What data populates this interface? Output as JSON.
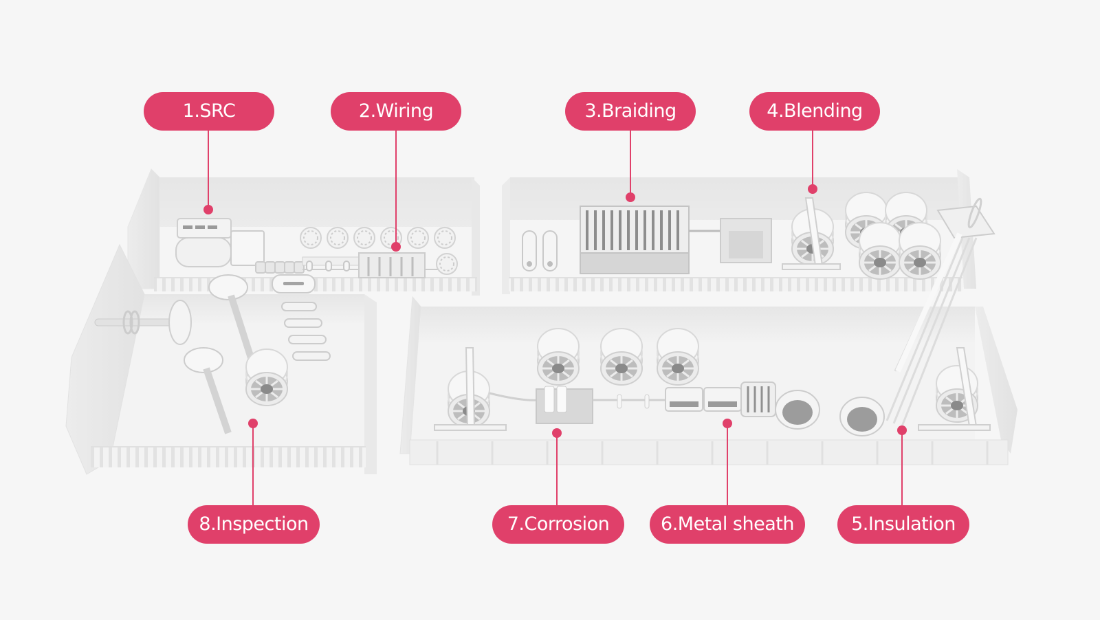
{
  "diagram": {
    "title": "Cable manufacturing process",
    "accent_color": "#e0406a",
    "background_color": "#f6f6f6",
    "steps": [
      {
        "id": 1,
        "label": "1.SRC"
      },
      {
        "id": 2,
        "label": "2.Wiring"
      },
      {
        "id": 3,
        "label": "3.Braiding"
      },
      {
        "id": 4,
        "label": "4.Blending"
      },
      {
        "id": 5,
        "label": "5.Insulation"
      },
      {
        "id": 6,
        "label": "6.Metal sheath"
      },
      {
        "id": 7,
        "label": "7.Corrosion"
      },
      {
        "id": 8,
        "label": "8.Inspection"
      }
    ]
  }
}
